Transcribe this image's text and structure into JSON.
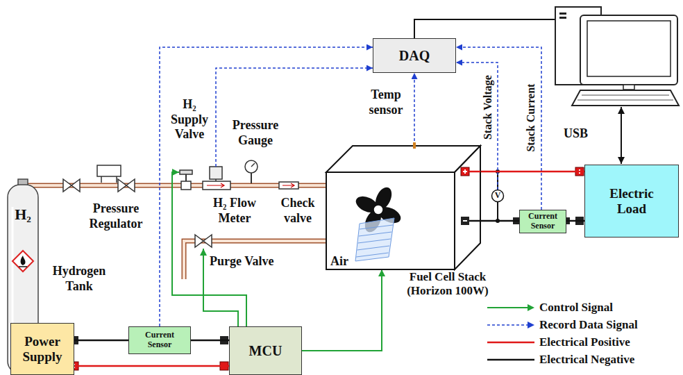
{
  "diagram": {
    "nodes": [
      {
        "text": [
          "DAQ"
        ]
      },
      {
        "text": [
          "H₂"
        ]
      },
      {
        "text": [
          "Fuel Cell Stack (Horizon 100W)"
        ]
      },
      {
        "text": [
          "V"
        ]
      },
      {
        "text": [
          "Electric Load"
        ]
      },
      {
        "text": [
          "Current Sensor"
        ]
      },
      {
        "text": [
          "Power Supply"
        ]
      },
      {
        "text": [
          "Current Sensor"
        ]
      },
      {
        "text": [
          "MCU"
        ]
      }
    ],
    "edges": [
      {
        "from": 2,
        "to": 0,
        "arrow": "to"
      },
      {
        "from": 3,
        "to": 0,
        "arrow": "to",
        "label": "Stack Voltage"
      },
      {
        "from": 5,
        "to": 0,
        "arrow": "to",
        "label": "Stack Current"
      },
      {
        "from": 7,
        "to": 0,
        "arrow": "to"
      },
      {
        "from": 2,
        "to": 4,
        "arrow": "none"
      },
      {
        "from": 2,
        "to": 5,
        "arrow": "none"
      },
      {
        "from": 5,
        "to": 4,
        "arrow": "none"
      },
      {
        "from": 6,
        "to": 8,
        "arrow": "to"
      },
      {
        "from": 6,
        "to": 7,
        "arrow": "none"
      },
      {
        "from": 7,
        "to": 8,
        "arrow": "none"
      },
      {
        "from": 8,
        "to": 2,
        "arrow": "to"
      }
    ],
    "labels": [
      "Pressure Regulator",
      "Hydrogen Tank",
      "H₂ Supply Valve",
      "Pressure Gauge",
      "H₂ Flow Meter",
      "Check valve",
      "Purge Valve",
      "Air",
      "Temp sensor",
      "USB"
    ],
    "legend": [
      {
        "text": "Control Signal"
      },
      {
        "text": "Record Data Signal"
      },
      {
        "text": "Electrical Positive"
      },
      {
        "text": "Electrical Negative"
      }
    ]
  }
}
